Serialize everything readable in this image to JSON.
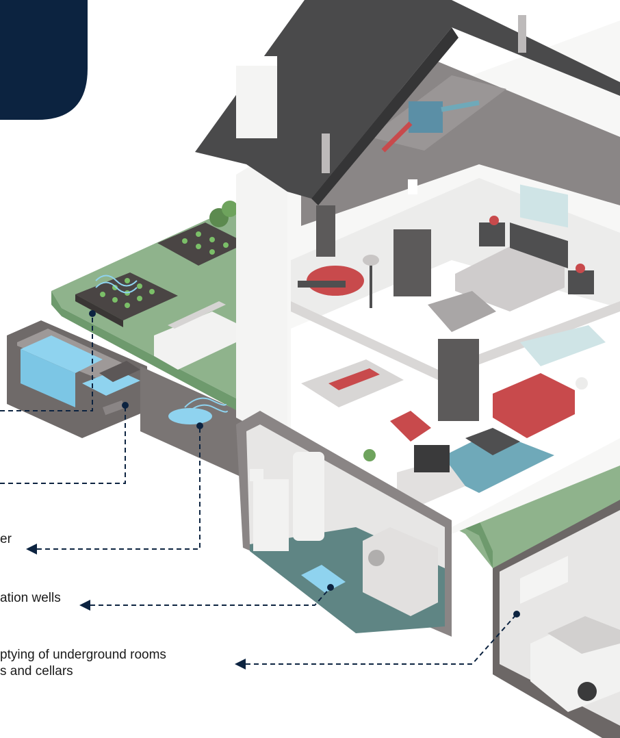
{
  "callouts": {
    "rainwater": "er",
    "wells": "ation wells",
    "underground": [
      "ptying of underground rooms",
      "s and cellars"
    ]
  },
  "colors": {
    "navy": "#0c2340",
    "roof": "#4a4a4b",
    "grass": "#8fb38c",
    "wall_white": "#f4f4f3",
    "wall_grey": "#d9d7d6",
    "red_accent": "#c84a4c",
    "water": "#8fd3ef",
    "teal_floor": "#5f8584",
    "earth": "#7a7574"
  },
  "icons": {
    "connector": "dashed-arrow-left",
    "marker": "dot-marker"
  }
}
